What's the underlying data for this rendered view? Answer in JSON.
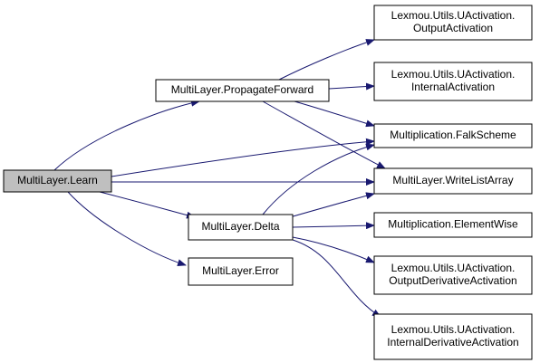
{
  "graph": {
    "nodes": [
      {
        "id": "learn",
        "lines": [
          "MultiLayer.Learn"
        ],
        "root": true
      },
      {
        "id": "propagate_forward",
        "lines": [
          "MultiLayer.PropagateForward"
        ]
      },
      {
        "id": "delta",
        "lines": [
          "MultiLayer.Delta"
        ]
      },
      {
        "id": "error",
        "lines": [
          "MultiLayer.Error"
        ]
      },
      {
        "id": "output_activation",
        "lines": [
          "Lexmou.Utils.UActivation.",
          "OutputActivation"
        ]
      },
      {
        "id": "internal_activation",
        "lines": [
          "Lexmou.Utils.UActivation.",
          "InternalActivation"
        ]
      },
      {
        "id": "falk_scheme",
        "lines": [
          "Multiplication.FalkScheme"
        ]
      },
      {
        "id": "write_list_array",
        "lines": [
          "MultiLayer.WriteListArray"
        ]
      },
      {
        "id": "element_wise",
        "lines": [
          "Multiplication.ElementWise"
        ]
      },
      {
        "id": "output_derivative_activation",
        "lines": [
          "Lexmou.Utils.UActivation.",
          "OutputDerivativeActivation"
        ]
      },
      {
        "id": "internal_derivative_activation",
        "lines": [
          "Lexmou.Utils.UActivation.",
          "InternalDerivativeActivation"
        ]
      }
    ],
    "edges": [
      {
        "from": "learn",
        "to": "propagate_forward"
      },
      {
        "from": "learn",
        "to": "falk_scheme"
      },
      {
        "from": "learn",
        "to": "write_list_array"
      },
      {
        "from": "learn",
        "to": "delta"
      },
      {
        "from": "learn",
        "to": "error"
      },
      {
        "from": "propagate_forward",
        "to": "output_activation"
      },
      {
        "from": "propagate_forward",
        "to": "internal_activation"
      },
      {
        "from": "propagate_forward",
        "to": "falk_scheme"
      },
      {
        "from": "propagate_forward",
        "to": "write_list_array"
      },
      {
        "from": "delta",
        "to": "falk_scheme"
      },
      {
        "from": "delta",
        "to": "write_list_array"
      },
      {
        "from": "delta",
        "to": "element_wise"
      },
      {
        "from": "delta",
        "to": "output_derivative_activation"
      },
      {
        "from": "delta",
        "to": "internal_derivative_activation"
      }
    ]
  },
  "colors": {
    "edge": "#191970",
    "node_border": "#000000",
    "node_fill": "#ffffff",
    "root_fill": "#bfbfbf",
    "text": "#000000"
  }
}
